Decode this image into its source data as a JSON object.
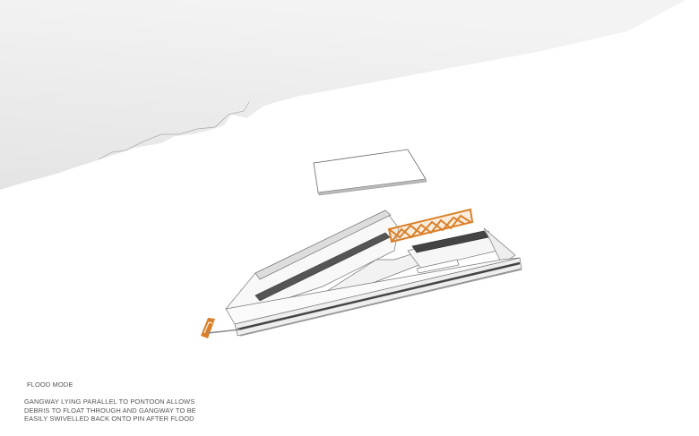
{
  "caption": {
    "title": "FLOOD MODE",
    "lines": [
      "GANGWAY LYING PARALLEL TO PONTOON ALLOWS",
      "DEBRIS TO FLOAT THROUGH AND GANGWAY TO BE",
      "EASILY SWIVELLED BACK ONTO PIN AFTER FLOOD"
    ]
  },
  "colors": {
    "gangway": "#d9802a",
    "riverbank": "#e9e9e9",
    "structure_line": "#777777"
  }
}
